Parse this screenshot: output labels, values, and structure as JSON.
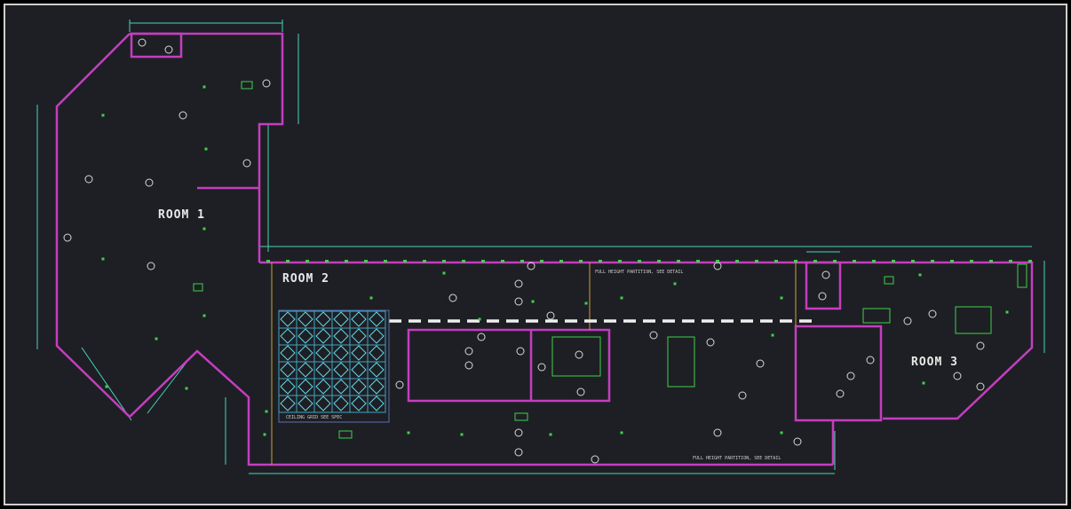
{
  "drawing": {
    "title": "CAD floor plan drawing",
    "colors": {
      "background": "#1e1f24",
      "frame": "#cfcfcf",
      "wall": "#c43ec0",
      "dimension": "#48d6b8",
      "device": "#3fd24a",
      "fixture": "#d8d8d8",
      "grid": "#66d6e6",
      "divider": "#c9a23c"
    },
    "labels": {
      "room_tag_1": "ROOM 1",
      "room_tag_2": "ROOM 2",
      "room_tag_3": "ROOM 3",
      "wall_note_1": "FULL HEIGHT PARTITION, SEE DETAIL",
      "wall_note_2": "FULL HEIGHT PARTITION, SEE DETAIL",
      "grid_note": "CEILING GRID SEE SPEC"
    },
    "icons": [
      "light-fixture-icon",
      "outlet-icon",
      "switch-icon",
      "panel-icon"
    ]
  }
}
